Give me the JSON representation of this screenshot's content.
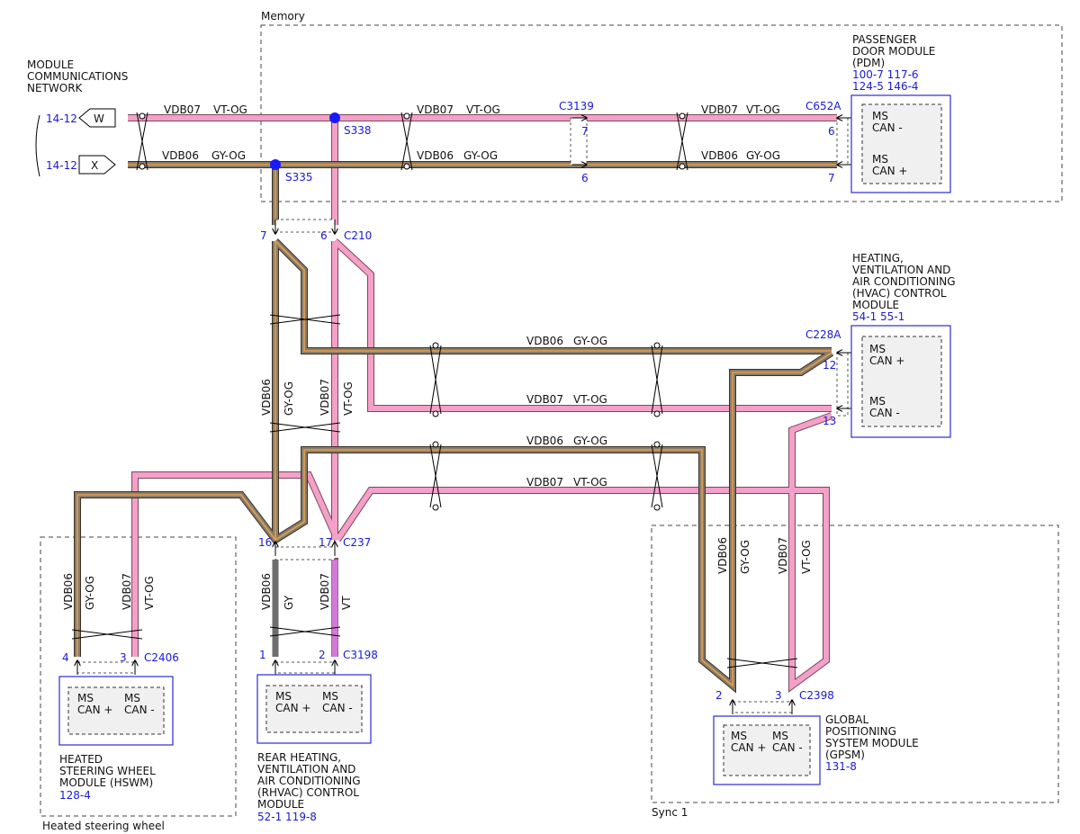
{
  "network": {
    "title": [
      "MODULE",
      "COMMUNICATIONS",
      "NETWORK"
    ],
    "w_ref": "14-12",
    "w_label": "W",
    "x_ref": "14-12",
    "x_label": "X"
  },
  "zones": {
    "memory": "Memory",
    "heated_steering": "Heated steering wheel",
    "sync": "Sync 1"
  },
  "wires": {
    "vdb07": "VDB07",
    "vdb06": "VDB06",
    "vt_og": "VT-OG",
    "gy_og": "GY-OG",
    "gy": "GY",
    "vt": "VT"
  },
  "splices": {
    "s338": "S338",
    "s335": "S335"
  },
  "connectors": {
    "c3139": "C3139",
    "c652a": "C652A",
    "c210": "C210",
    "c228a": "C228A",
    "c237": "C237",
    "c2406": "C2406",
    "c3198": "C3198",
    "c2398": "C2398"
  },
  "pins": {
    "c3139_a": "7",
    "c3139_b": "6",
    "c652a_a": "6",
    "c652a_b": "7",
    "c210_a": "7",
    "c210_b": "6",
    "c228a_a": "12",
    "c228a_b": "13",
    "c237_a": "16",
    "c237_b": "17",
    "c2406_a": "4",
    "c2406_b": "3",
    "c3198_a": "1",
    "c3198_b": "2",
    "c2398_a": "2",
    "c2398_b": "3"
  },
  "modules": {
    "pdm": {
      "name": [
        "PASSENGER",
        "DOOR MODULE",
        "(PDM)"
      ],
      "refs": [
        "100-7  117-6",
        "124-5  146-4"
      ],
      "pin_a": [
        "MS",
        "CAN -"
      ],
      "pin_b": [
        "MS",
        "CAN +"
      ]
    },
    "hvac": {
      "name": [
        "HEATING,",
        "VENTILATION AND",
        "AIR CONDITIONING",
        "(HVAC) CONTROL",
        "MODULE"
      ],
      "refs": [
        "54-1  55-1"
      ],
      "pin_a": [
        "MS",
        "CAN +"
      ],
      "pin_b": [
        "MS",
        "CAN -"
      ]
    },
    "hswm": {
      "name": [
        "HEATED",
        "STEERING WHEEL",
        "MODULE (HSWM)"
      ],
      "refs": [
        "128-4"
      ],
      "pin_a": [
        "MS",
        "CAN +"
      ],
      "pin_b": [
        "MS",
        "CAN -"
      ]
    },
    "rhvac": {
      "name": [
        "REAR HEATING,",
        "VENTILATION AND",
        "AIR CONDITIONING",
        "(RHVAC) CONTROL",
        "MODULE"
      ],
      "refs": [
        "52-1  119-8"
      ],
      "pin_a": [
        "MS",
        "CAN +"
      ],
      "pin_b": [
        "MS",
        "CAN -"
      ]
    },
    "gpsm": {
      "name": [
        "GLOBAL",
        "POSITIONING",
        "SYSTEM MODULE",
        "(GPSM)"
      ],
      "refs": [
        "131-8"
      ],
      "pin_a": [
        "MS",
        "CAN +"
      ],
      "pin_b": [
        "MS",
        "CAN -"
      ]
    }
  },
  "colors": {
    "vt_og_base": "#f4a0c8",
    "vt_og_stripe": "#c98aa0",
    "gy_og_base": "#8a7c6a",
    "gy_og_stripe": "#e0a050",
    "gy": "#6e6e6e",
    "vt": "#d27ad8",
    "module_border": "#2b2bd6",
    "module_fill": "#f0f0f0",
    "splice": "#1a1aff",
    "ref_text": "#1a1ad6"
  }
}
